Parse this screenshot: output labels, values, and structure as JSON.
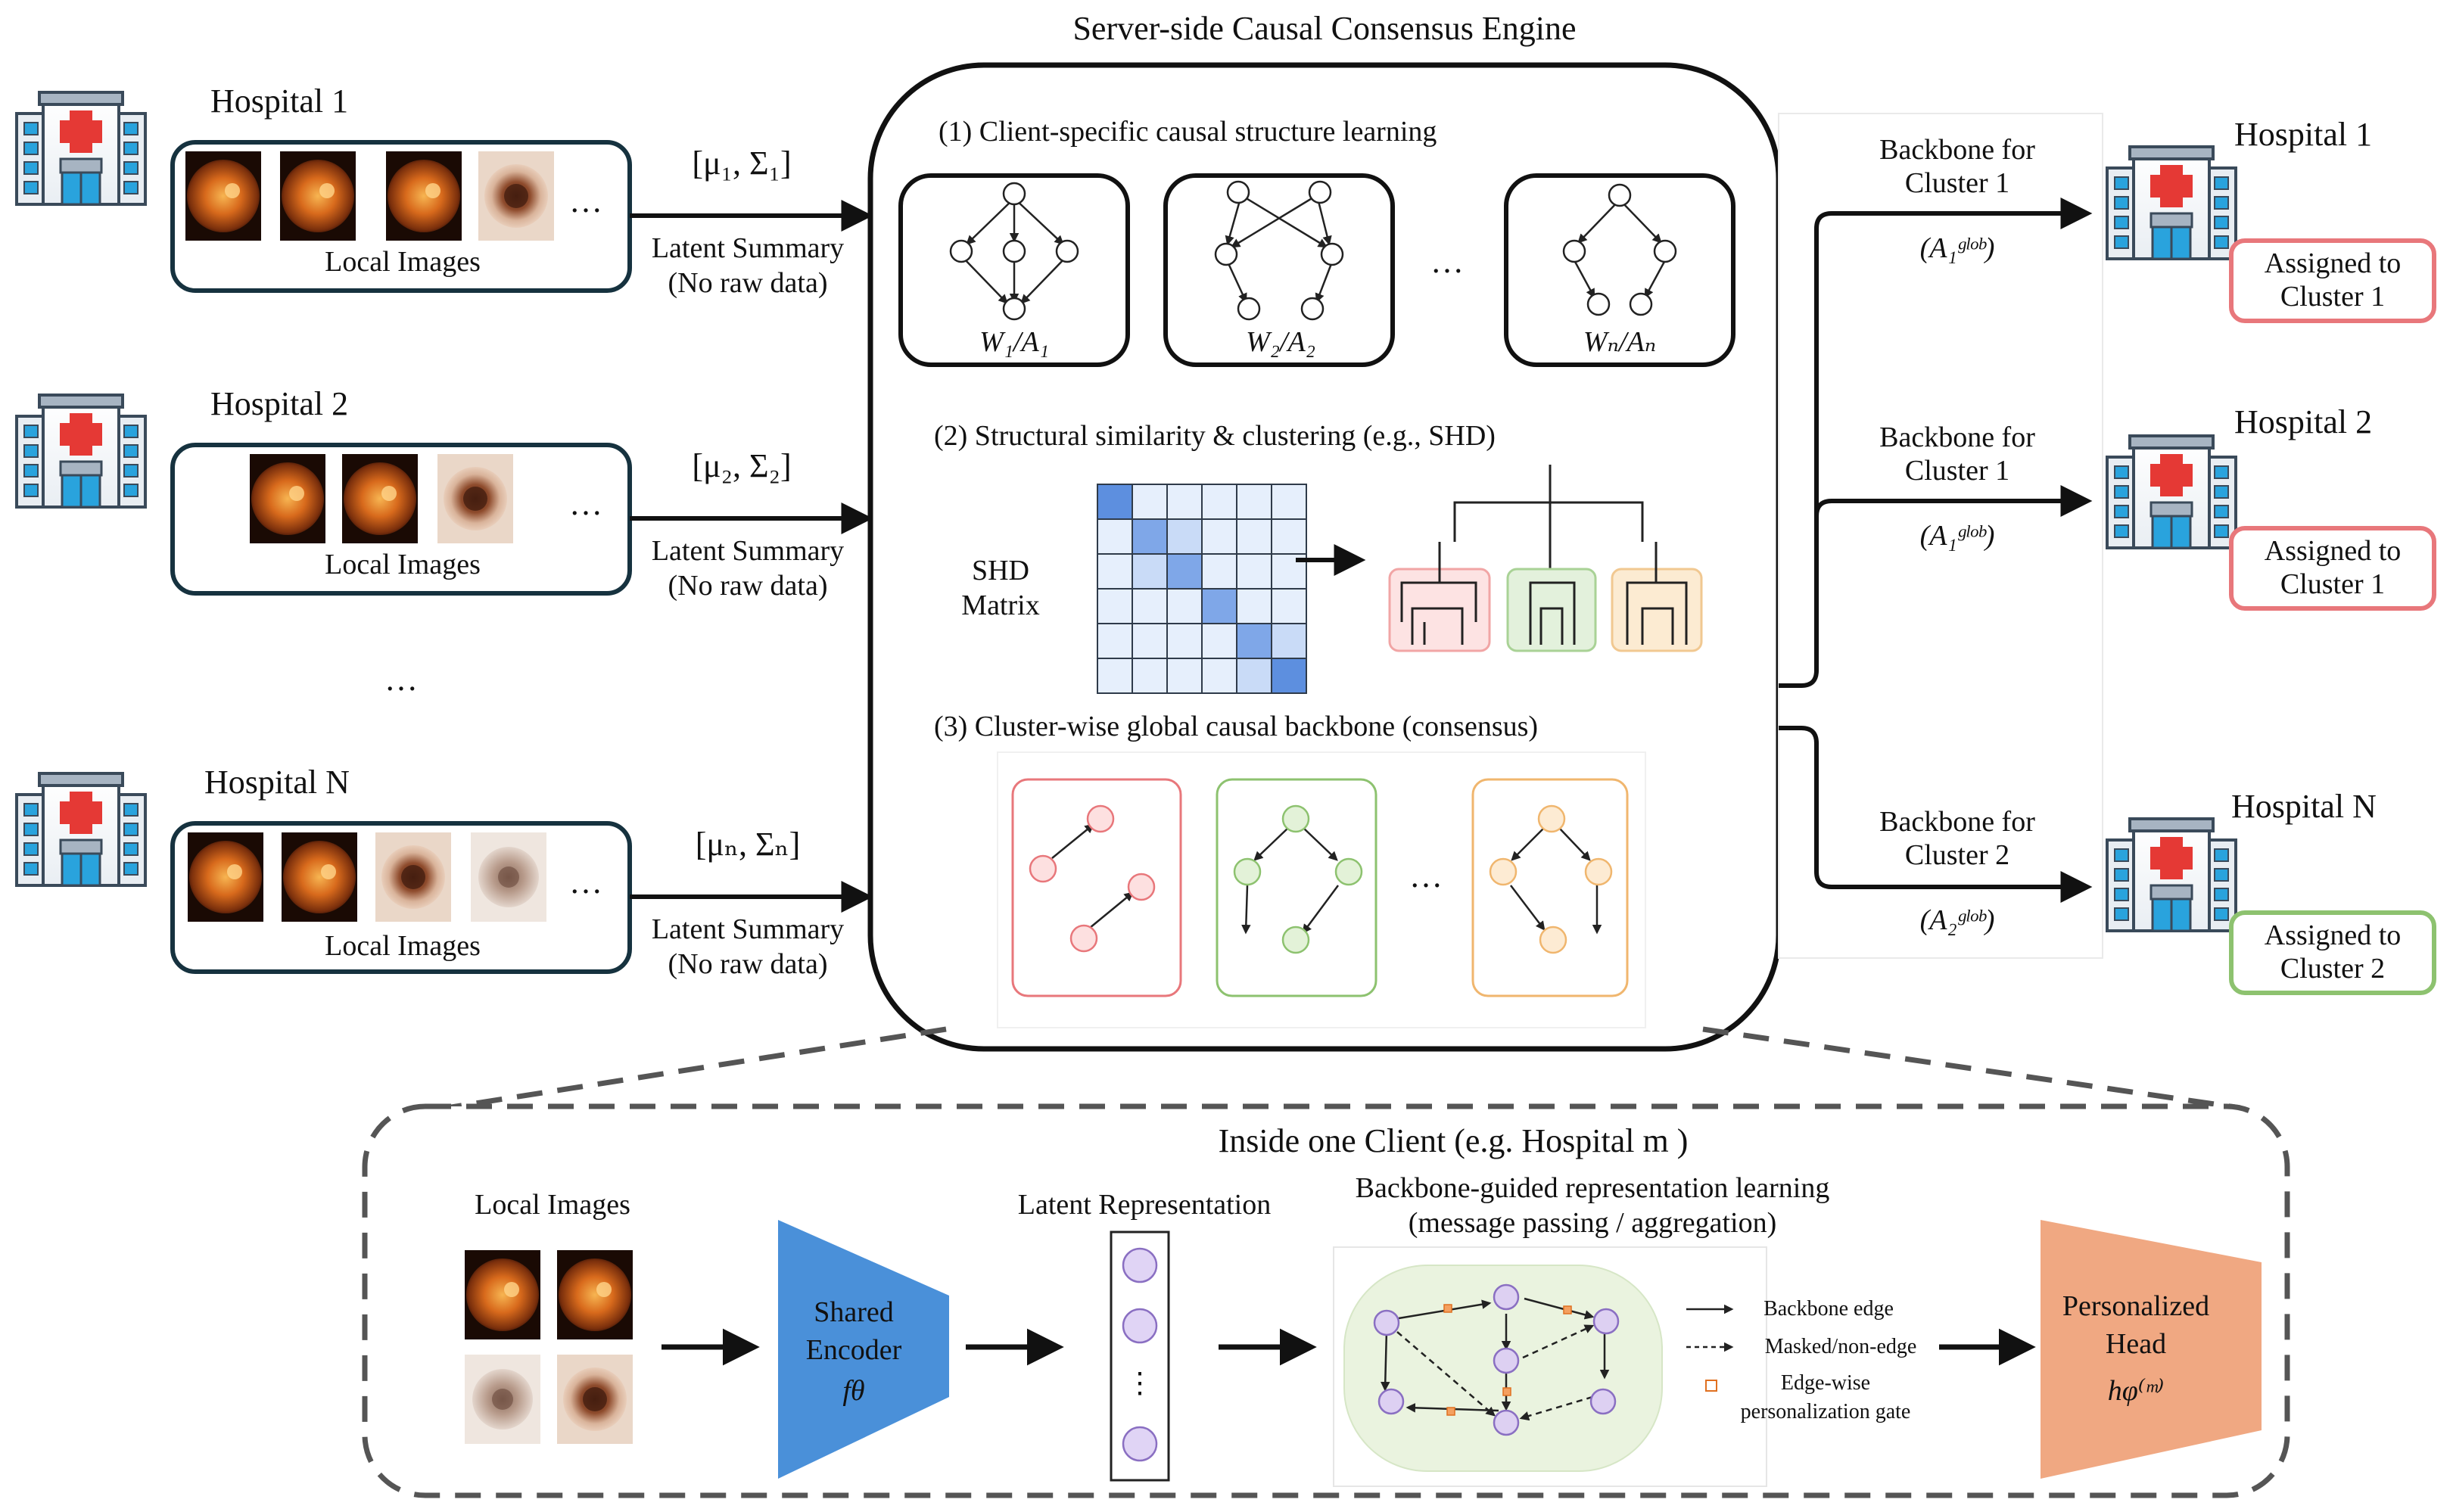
{
  "engine": {
    "title": "Server-side Causal Consensus Engine",
    "step1": "(1) Client-specific causal structure learning",
    "step2": "(2) Structural similarity & clustering (e.g., SHD)",
    "step3": "(3) Cluster-wise global causal backbone (consensus)",
    "graph_labels": [
      "W₁/A₁",
      "W₂/A₂",
      "Wₙ/Aₙ"
    ],
    "shd_label_1": "SHD",
    "shd_label_2": "Matrix",
    "ellipsis": "…"
  },
  "hospitals_left": [
    {
      "name": "Hospital 1",
      "images_label": "Local Images",
      "summary_math": "[μ₁, Σ₁]",
      "summary_1": "Latent Summary",
      "summary_2": "(No raw data)"
    },
    {
      "name": "Hospital 2",
      "images_label": "Local Images",
      "summary_math": "[μ₂, Σ₂]",
      "summary_1": "Latent Summary",
      "summary_2": "(No raw data)"
    },
    {
      "name": "Hospital N",
      "images_label": "Local Images",
      "summary_math": "[μₙ, Σₙ]",
      "summary_1": "Latent Summary",
      "summary_2": "(No raw data)"
    }
  ],
  "left_ellipsis": "…",
  "backbones": [
    {
      "line1": "Backbone for",
      "line2": "Cluster 1",
      "math": "(A₁ᵍˡᵒᵇ)"
    },
    {
      "line1": "Backbone for",
      "line2": "Cluster 1",
      "math": "(A₁ᵍˡᵒᵇ)"
    },
    {
      "line1": "Backbone for",
      "line2": "Cluster 2",
      "math": "(A₂ᵍˡᵒᵇ)"
    }
  ],
  "hospitals_right": [
    {
      "name": "Hospital 1",
      "assign_1": "Assigned to",
      "assign_2": "Cluster 1"
    },
    {
      "name": "Hospital 2",
      "assign_1": "Assigned to",
      "assign_2": "Cluster 1"
    },
    {
      "name": "Hospital N",
      "assign_1": "Assigned to",
      "assign_2": "Cluster 2"
    }
  ],
  "client": {
    "title": "Inside one Client (e.g. Hospital m )",
    "local_images": "Local Images",
    "encoder_1": "Shared",
    "encoder_2": "Encoder",
    "encoder_3": "fθ",
    "latent": "Latent Representation",
    "latent_dots": "⋮",
    "backbone_1": "Backbone-guided representation learning",
    "backbone_2": "(message passing / aggregation)",
    "legend_edge": "Backbone edge",
    "legend_masked": "Masked/non-edge",
    "legend_gate_1": "Edge-wise",
    "legend_gate_2": "personalization gate",
    "head_1": "Personalized",
    "head_2": "Head",
    "head_3": "hφ⁽ᵐ⁾"
  },
  "colors": {
    "cluster1": "#e8777b",
    "cluster2": "#8dc26f",
    "cluster3": "#f0b66e",
    "encoder": "#4a90d9",
    "head": "#f0a882",
    "node_purple": "#e0d4f5",
    "shd_blue": "#7fa7e8"
  },
  "icons": [
    "hospital-icon",
    "retina-image",
    "arrow-icon"
  ]
}
